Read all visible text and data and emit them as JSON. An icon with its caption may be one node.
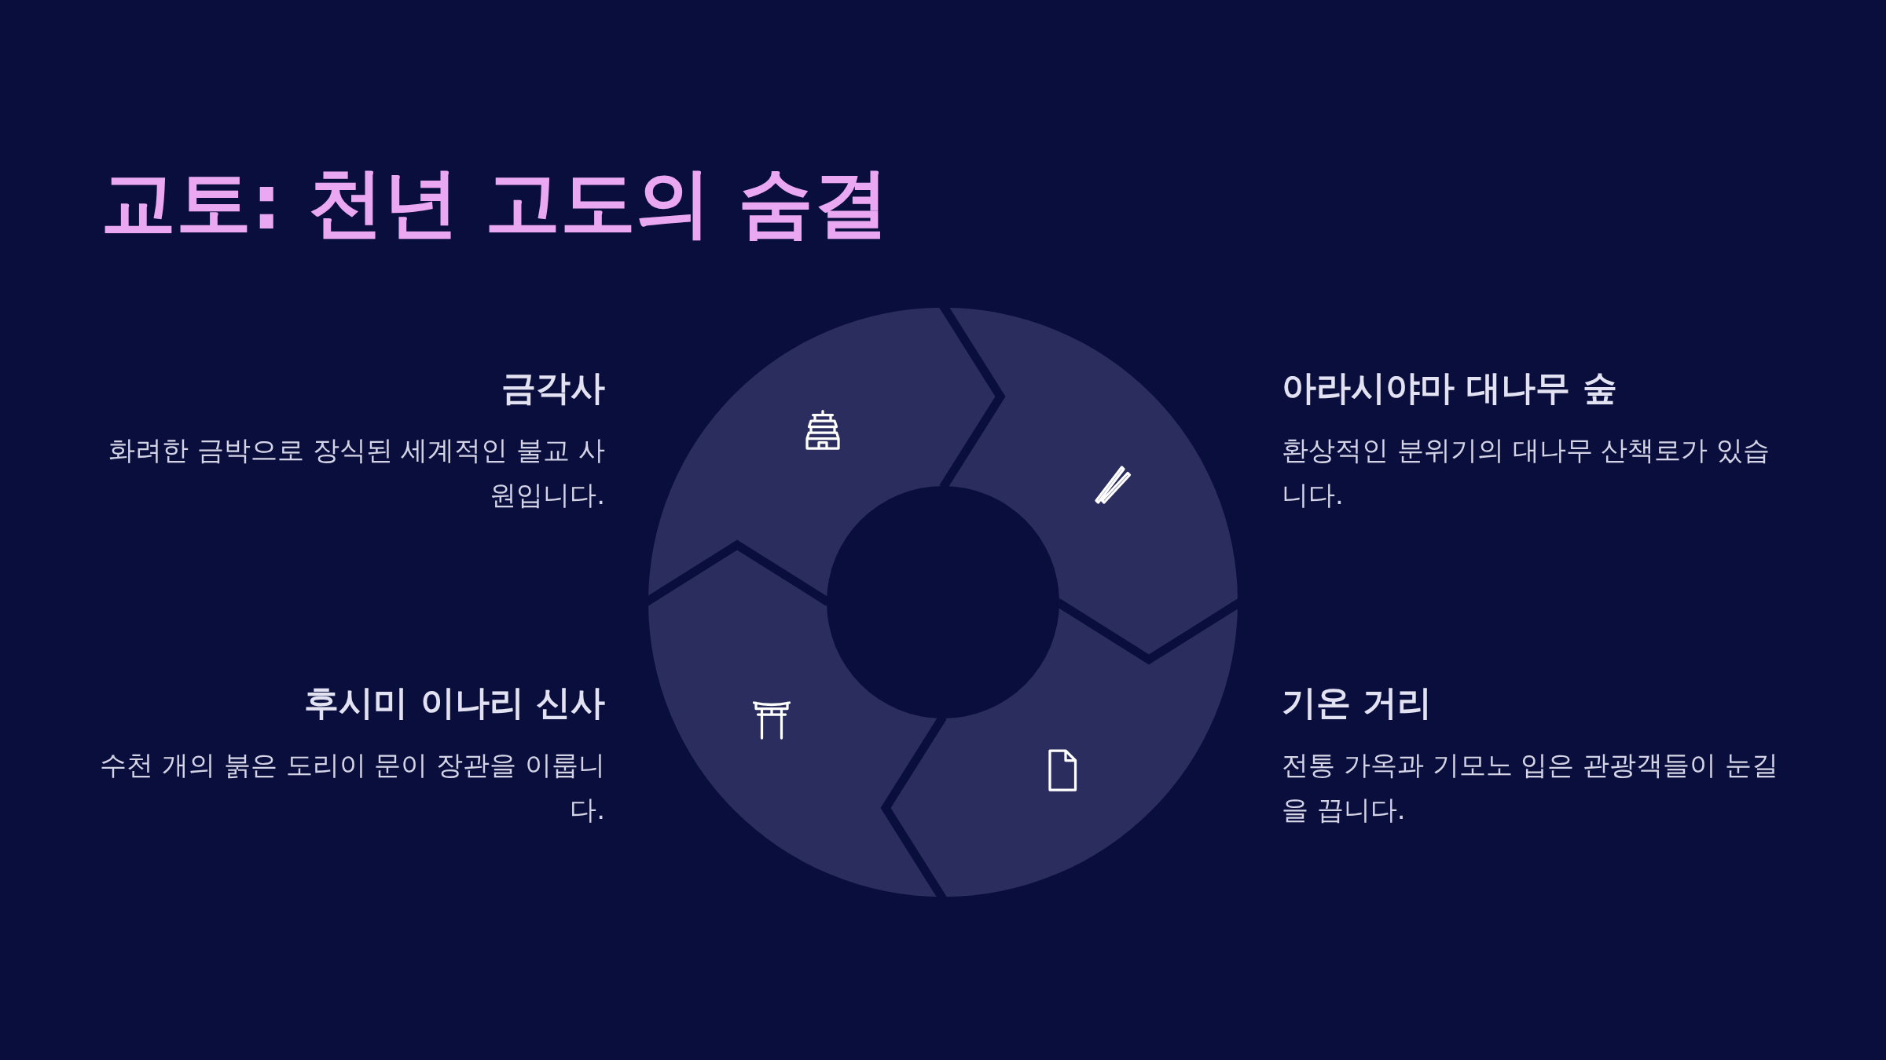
{
  "diagram": {
    "title": "교토: 천년 고도의 숨결",
    "labels": [
      "금각사",
      "화려한 금박으로 장식된 세계적인 불교 사원입니다.",
      "아라시야마 대나무 숲",
      "환상적인 분위기의 대나무 산책로가 있습니다.",
      "후시미 이나리 신사",
      "수천 개의 붉은 도리이 문이 장관을 이룹니다.",
      "기온 거리",
      "전통 가옥과 기모노 입은 관광객들이 눈길을 끕니다."
    ]
  }
}
